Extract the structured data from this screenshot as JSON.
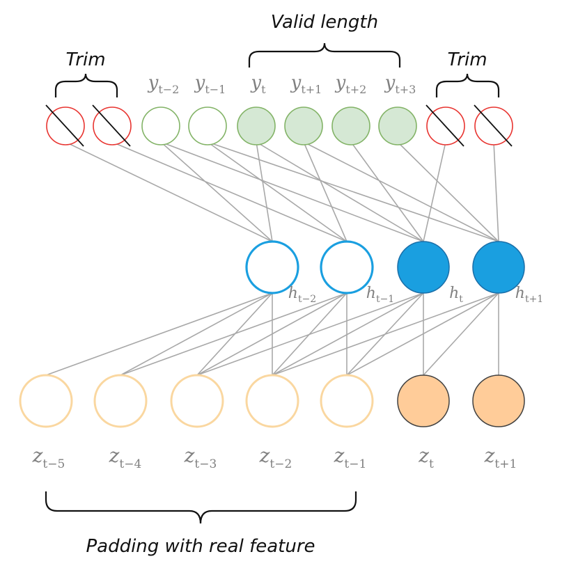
{
  "labels": {
    "valid_length": "Valid length",
    "trim_left": "Trim",
    "trim_right": "Trim",
    "padding": "Padding with real feature"
  },
  "colors": {
    "trim_red": "#e8332f",
    "green_stroke": "#82b366",
    "green_fill": "#d5e8d4",
    "blue": "#1a9fe0",
    "blue_dark_stroke": "#1a6ea8",
    "orange_stroke": "#fad7a0",
    "orange_fill": "#ffcc99",
    "orange_dark_stroke": "#404040",
    "edge": "#a8a8a8"
  },
  "y_labels": [
    {
      "base": "y",
      "sub": "t−2"
    },
    {
      "base": "y",
      "sub": "t−1"
    },
    {
      "base": "y",
      "sub": "t"
    },
    {
      "base": "y",
      "sub": "t+1"
    },
    {
      "base": "y",
      "sub": "t+2"
    },
    {
      "base": "y",
      "sub": "t+3"
    }
  ],
  "h_labels": [
    {
      "base": "h",
      "sub": "t−2"
    },
    {
      "base": "h",
      "sub": "t−1"
    },
    {
      "base": "h",
      "sub": "t"
    },
    {
      "base": "h",
      "sub": "t+1"
    }
  ],
  "z_labels": [
    {
      "base": "z",
      "sub": "t−5"
    },
    {
      "base": "z",
      "sub": "t−4"
    },
    {
      "base": "z",
      "sub": "t−3"
    },
    {
      "base": "z",
      "sub": "t−2"
    },
    {
      "base": "z",
      "sub": "t−1"
    },
    {
      "base": "z",
      "sub": "t"
    },
    {
      "base": "z",
      "sub": "t+1"
    }
  ]
}
